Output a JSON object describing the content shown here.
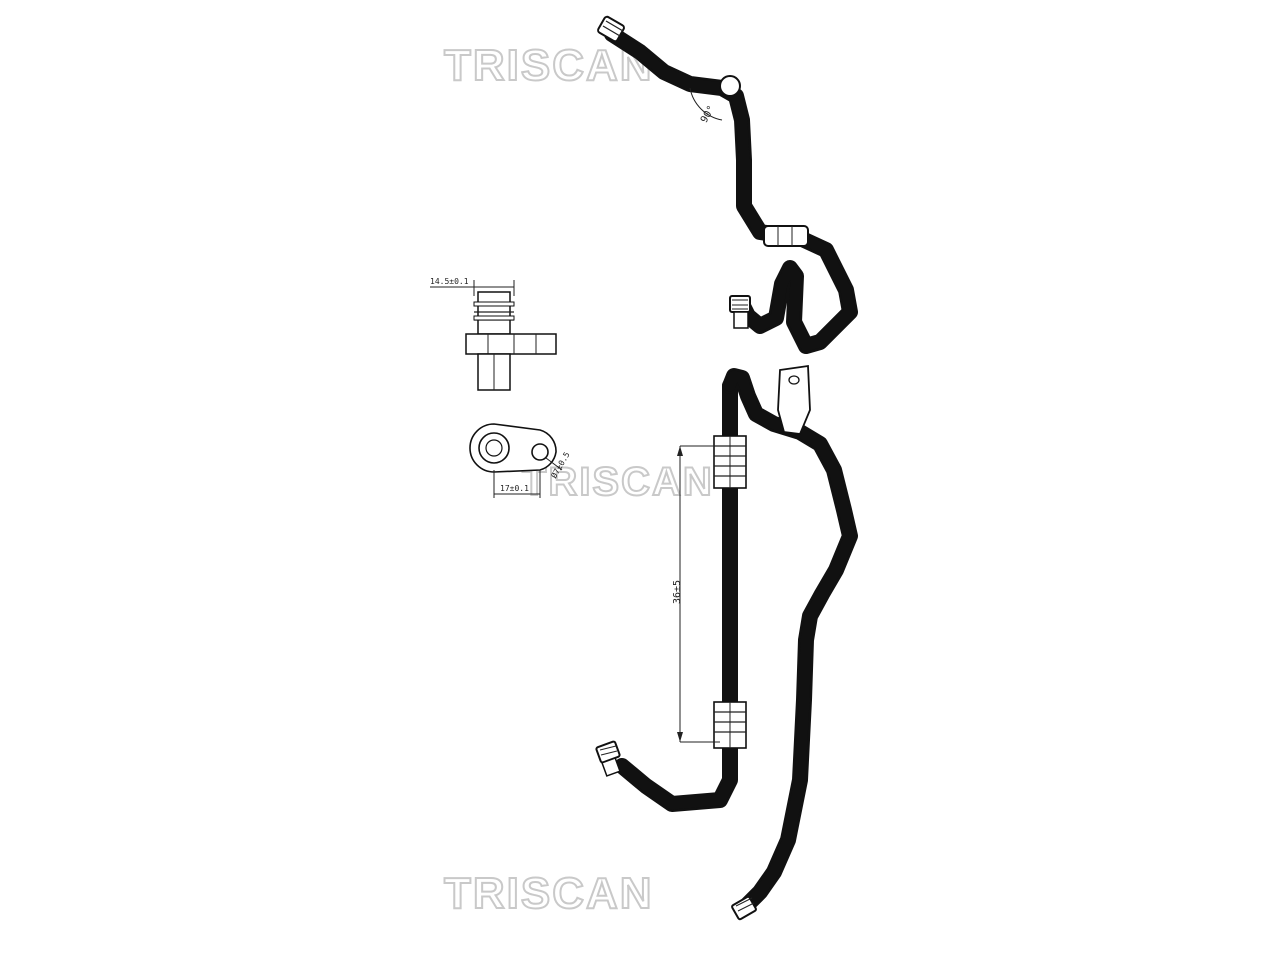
{
  "watermark": {
    "text": "TRISCAN",
    "color": "#c9c9c9"
  },
  "dimensions": {
    "fitting_width": "14.5±0.1",
    "flange_width": "17±0.1",
    "hole_diameter": "Ø7±0.5",
    "pipe_length": "36±5",
    "bend_angle": "90°"
  },
  "colors": {
    "line": "#111111",
    "background": "#ffffff"
  }
}
